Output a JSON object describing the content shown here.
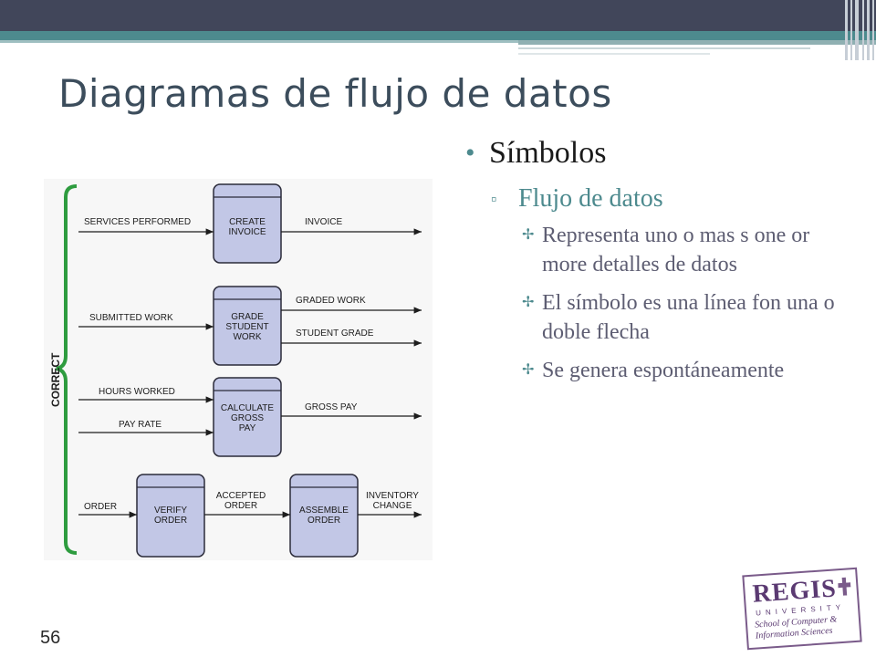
{
  "slide": {
    "title": "Diagramas de flujo de datos",
    "page_number": "56"
  },
  "bullets": {
    "level1": "Símbolos",
    "level2": "Flujo de datos",
    "level3": [
      "Representa uno o mas s one or more detalles de datos",
      "El símbolo es una línea fon una o doble flecha",
      "Se genera espontáneamente"
    ]
  },
  "diagram": {
    "side_label": "CORRECT",
    "processes": {
      "create_invoice": "CREATE\nINVOICE",
      "grade_student_work": "GRADE\nSTUDENT\nWORK",
      "calculate_gross_pay": "CALCULATE\nGROSS\nPAY",
      "verify_order": "VERIFY\nORDER",
      "assemble_order": "ASSEMBLE\nORDER"
    },
    "flows": {
      "services_performed": "SERVICES PERFORMED",
      "invoice": "INVOICE",
      "submitted_work": "SUBMITTED WORK",
      "graded_work": "GRADED WORK",
      "student_grade": "STUDENT GRADE",
      "hours_worked": "HOURS WORKED",
      "pay_rate": "PAY RATE",
      "gross_pay": "GROSS PAY",
      "order": "ORDER",
      "accepted_order": "ACCEPTED\nORDER",
      "inventory_change": "INVENTORY\nCHANGE"
    },
    "colors": {
      "process_fill": "#c2c7e6",
      "process_stroke": "#2b2b3a",
      "bracket": "#2e9c3f"
    }
  },
  "logo": {
    "name": "REGIS",
    "sub": "UNIVERSITY",
    "school": "School of Computer &\nInformation Sciences"
  }
}
